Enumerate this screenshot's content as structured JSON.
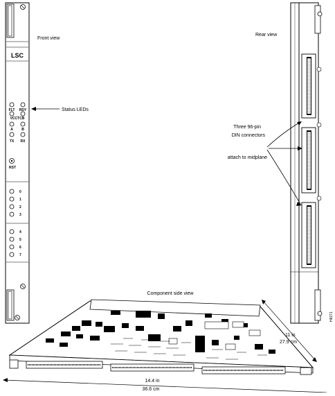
{
  "front_view": {
    "title": "Front view",
    "card_label": "LSC",
    "status_leds_label": "Status LEDs",
    "led_flt": "FLT",
    "led_rdy": "RDY",
    "led_group": "VCCTCB",
    "led_a": "A",
    "led_b": "B",
    "led_tx": "TX",
    "led_rx": "RX",
    "reset_label": "RST",
    "port_leds": [
      "0",
      "1",
      "2",
      "3",
      "4",
      "5",
      "6",
      "7"
    ]
  },
  "rear_view": {
    "title": "Rear view",
    "connector_note_line1": "Three 96-pin",
    "connector_note_line2": "DIN connectors",
    "connector_note_line3": "attach to midplane"
  },
  "component_view": {
    "title": "Component side view",
    "depth_in": "11 in",
    "depth_cm": "27.9 cm",
    "width_in": "14.4 in",
    "width_cm": "36.6 cm"
  },
  "figure_id": "H8271"
}
